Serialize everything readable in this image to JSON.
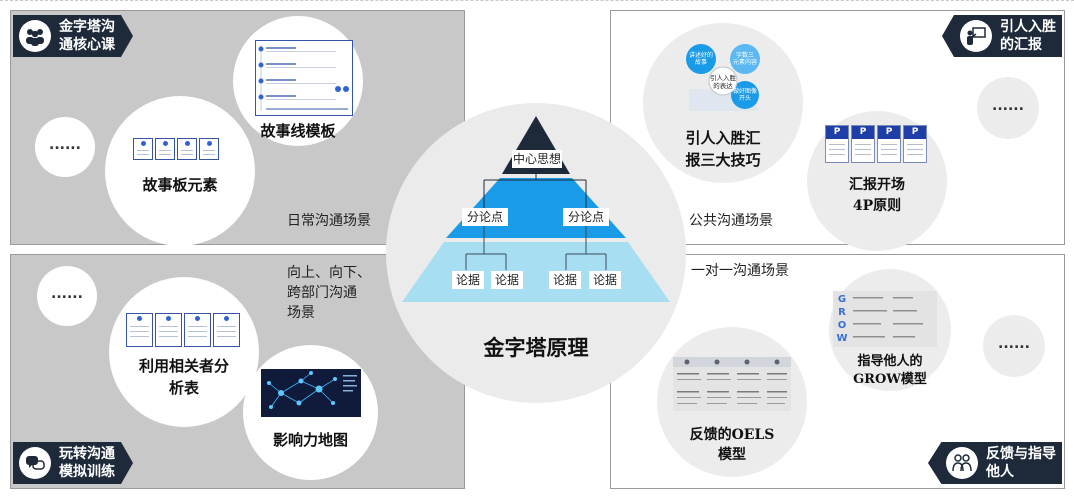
{
  "center": {
    "title": "金字塔原理"
  },
  "pyramid": {
    "top": "中心思想",
    "middle": [
      "分论点",
      "分论点"
    ],
    "bottom": [
      "论据",
      "论据",
      "论据",
      "论据"
    ],
    "colors": {
      "top": "#1e2a3a",
      "middle": "#1a9be8",
      "bottom": "#a8def2"
    }
  },
  "scenes": {
    "daily": "日常沟通场景",
    "cross": "向上、向下、\n跨部门沟通\n场景",
    "public": "公共沟通场景",
    "one_on_one": "一对一沟通场景"
  },
  "badges": {
    "top_left": {
      "text": "金字塔沟\n通核心课",
      "icon": "people-group-icon"
    },
    "bottom_left": {
      "text": "玩转沟通\n模拟训练",
      "icon": "chat-bubbles-icon"
    },
    "top_right": {
      "text": "引人入胜\n的汇报",
      "icon": "presenter-icon"
    },
    "bottom_right": {
      "text": "反馈与指导\n他人",
      "icon": "two-people-icon"
    }
  },
  "tools": {
    "storyline": "故事线模板",
    "storyboard": "故事板元素",
    "stakeholder": "利用相关者分\n析表",
    "influence_map": "影响力地图",
    "report_skills": "引人入胜汇\n报三大技巧",
    "four_p": "汇报开场\n4P原则",
    "oels": "反馈的OELS\n模型",
    "grow": "指导他人的\nGROW模型"
  },
  "ellipsis": "......",
  "report_thumb": {
    "center": "引人入胜\n的表达",
    "bubbles": [
      "讲述好的\n故事",
      "字数三\n元素内容",
      "做好图像\n开头"
    ]
  },
  "four_p_cards": [
    "P",
    "P",
    "P",
    "P"
  ],
  "grow_letters": [
    "G",
    "R",
    "O",
    "W"
  ]
}
